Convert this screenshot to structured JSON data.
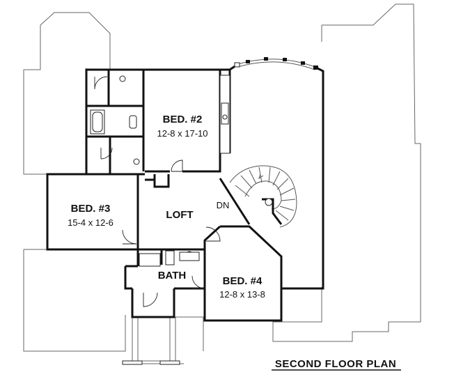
{
  "title": "SECOND FLOOR PLAN",
  "rooms": {
    "bed2": {
      "name": "BED. #2",
      "dims": "12-8  x  17-10"
    },
    "bed3": {
      "name": "BED. #3",
      "dims": "15-4  x  12-6"
    },
    "bed4": {
      "name": "BED. #4",
      "dims": "12-8  x  13-8"
    },
    "loft": {
      "name": "LOFT"
    },
    "bath": {
      "name": "BATH"
    }
  },
  "stair": {
    "label": "DN"
  },
  "colors": {
    "wall": "#111111",
    "outline": "#666666",
    "background": "#ffffff"
  }
}
